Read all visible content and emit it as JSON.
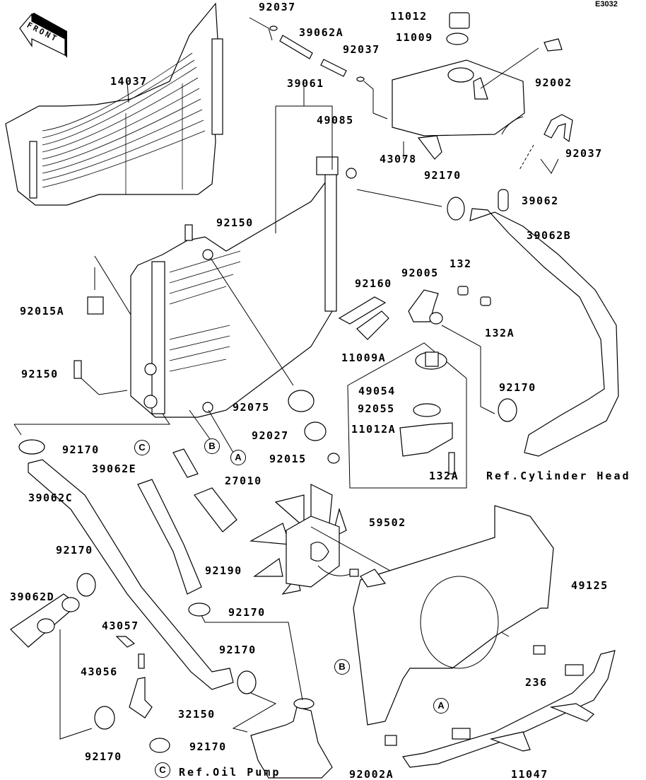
{
  "diagram": {
    "code": "E3032",
    "direction_marker": "FRONT",
    "parts": [
      {
        "id": "p1",
        "number": "92037"
      },
      {
        "id": "p2",
        "number": "39062A"
      },
      {
        "id": "p3",
        "number": "92037"
      },
      {
        "id": "p4",
        "number": "11012"
      },
      {
        "id": "p5",
        "number": "11009"
      },
      {
        "id": "p6",
        "number": "92002"
      },
      {
        "id": "p7",
        "number": "14037"
      },
      {
        "id": "p8",
        "number": "39061"
      },
      {
        "id": "p9",
        "number": "49085"
      },
      {
        "id": "p10",
        "number": "43078"
      },
      {
        "id": "p11",
        "number": "92037"
      },
      {
        "id": "p12",
        "number": "92170"
      },
      {
        "id": "p13",
        "number": "39062"
      },
      {
        "id": "p14",
        "number": "92150"
      },
      {
        "id": "p15",
        "number": "39062B"
      },
      {
        "id": "p16",
        "number": "92005"
      },
      {
        "id": "p17",
        "number": "132"
      },
      {
        "id": "p18",
        "number": "92160"
      },
      {
        "id": "p19",
        "number": "92015A"
      },
      {
        "id": "p20",
        "number": "132A"
      },
      {
        "id": "p21",
        "number": "11009A"
      },
      {
        "id": "p22",
        "number": "49054"
      },
      {
        "id": "p23",
        "number": "92150"
      },
      {
        "id": "p24",
        "number": "92170"
      },
      {
        "id": "p25",
        "number": "92055"
      },
      {
        "id": "p26",
        "number": "92075"
      },
      {
        "id": "p27",
        "number": "11012A"
      },
      {
        "id": "p28",
        "number": "92027"
      },
      {
        "id": "p29",
        "number": "92170"
      },
      {
        "id": "p30",
        "number": "92015"
      },
      {
        "id": "p31",
        "number": "132A"
      },
      {
        "id": "p32",
        "number": "39062E"
      },
      {
        "id": "p33",
        "number": "27010"
      },
      {
        "id": "p34",
        "number": "39062C"
      },
      {
        "id": "p35",
        "number": "59502"
      },
      {
        "id": "p36",
        "number": "92170"
      },
      {
        "id": "p37",
        "number": "92190"
      },
      {
        "id": "p38",
        "number": "39062D"
      },
      {
        "id": "p39",
        "number": "49125"
      },
      {
        "id": "p40",
        "number": "92170"
      },
      {
        "id": "p41",
        "number": "43057"
      },
      {
        "id": "p42",
        "number": "43056"
      },
      {
        "id": "p43",
        "number": "92170"
      },
      {
        "id": "p44",
        "number": "32150"
      },
      {
        "id": "p45",
        "number": "236"
      },
      {
        "id": "p46",
        "number": "92170"
      },
      {
        "id": "p47",
        "number": "92170"
      },
      {
        "id": "p48",
        "number": "92002A"
      },
      {
        "id": "p49",
        "number": "11047"
      }
    ],
    "references": {
      "cylinder_head": "Ref.Cylinder Head",
      "oil_pump": "Ref.Oil Pump"
    },
    "connectors": {
      "a": "A",
      "b": "B",
      "c": "C"
    }
  }
}
